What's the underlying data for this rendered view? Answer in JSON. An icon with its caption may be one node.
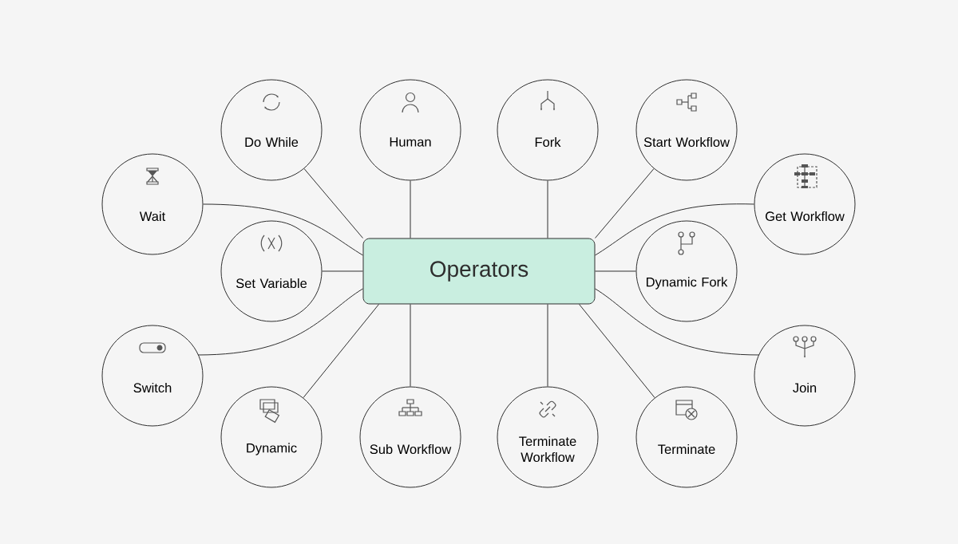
{
  "diagram": {
    "nodes": [
      {
        "text": [
          "Operators"
        ]
      },
      {
        "text": [
          "Wait"
        ]
      },
      {
        "text": [
          "Do While"
        ]
      },
      {
        "text": [
          "Human"
        ]
      },
      {
        "text": [
          "Fork"
        ]
      },
      {
        "text": [
          "Start Workflow"
        ]
      },
      {
        "text": [
          "Get Workflow"
        ]
      },
      {
        "text": [
          "Set Variable"
        ]
      },
      {
        "text": [
          "Dynamic Fork"
        ]
      },
      {
        "text": [
          "Switch"
        ]
      },
      {
        "text": [
          "Dynamic"
        ]
      },
      {
        "text": [
          "Sub Workflow"
        ]
      },
      {
        "text": [
          "Terminate Workflow"
        ]
      },
      {
        "text": [
          "Terminate"
        ]
      },
      {
        "text": [
          "Join"
        ]
      }
    ],
    "edges": [
      {
        "from": 0,
        "to": 1,
        "arrow": "none"
      },
      {
        "from": 0,
        "to": 2,
        "arrow": "none"
      },
      {
        "from": 0,
        "to": 3,
        "arrow": "none"
      },
      {
        "from": 0,
        "to": 4,
        "arrow": "none"
      },
      {
        "from": 0,
        "to": 5,
        "arrow": "none"
      },
      {
        "from": 0,
        "to": 6,
        "arrow": "none"
      },
      {
        "from": 0,
        "to": 7,
        "arrow": "none"
      },
      {
        "from": 0,
        "to": 8,
        "arrow": "none"
      },
      {
        "from": 0,
        "to": 9,
        "arrow": "none"
      },
      {
        "from": 0,
        "to": 10,
        "arrow": "none"
      },
      {
        "from": 0,
        "to": 11,
        "arrow": "none"
      },
      {
        "from": 0,
        "to": 12,
        "arrow": "none"
      },
      {
        "from": 0,
        "to": 13,
        "arrow": "none"
      },
      {
        "from": 0,
        "to": 14,
        "arrow": "none"
      }
    ]
  }
}
